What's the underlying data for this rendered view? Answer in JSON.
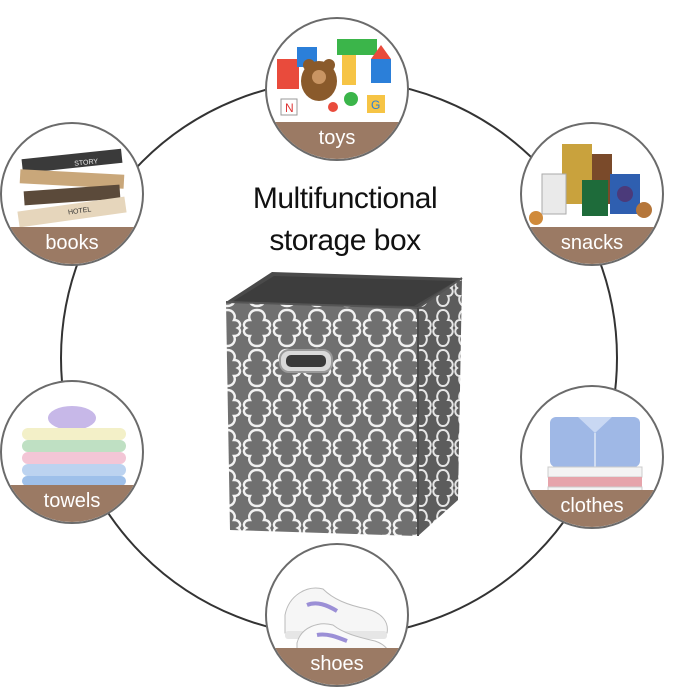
{
  "title_line1": "Multifunctional",
  "title_line2": "storage box",
  "categories": {
    "toys": "toys",
    "books": "books",
    "snacks": "snacks",
    "towels": "towels",
    "clothes": "clothes",
    "shoes": "shoes"
  },
  "colors": {
    "label_bg": "#9b7a64",
    "box_gray": "#6e6e6e",
    "ring": "#333333"
  }
}
